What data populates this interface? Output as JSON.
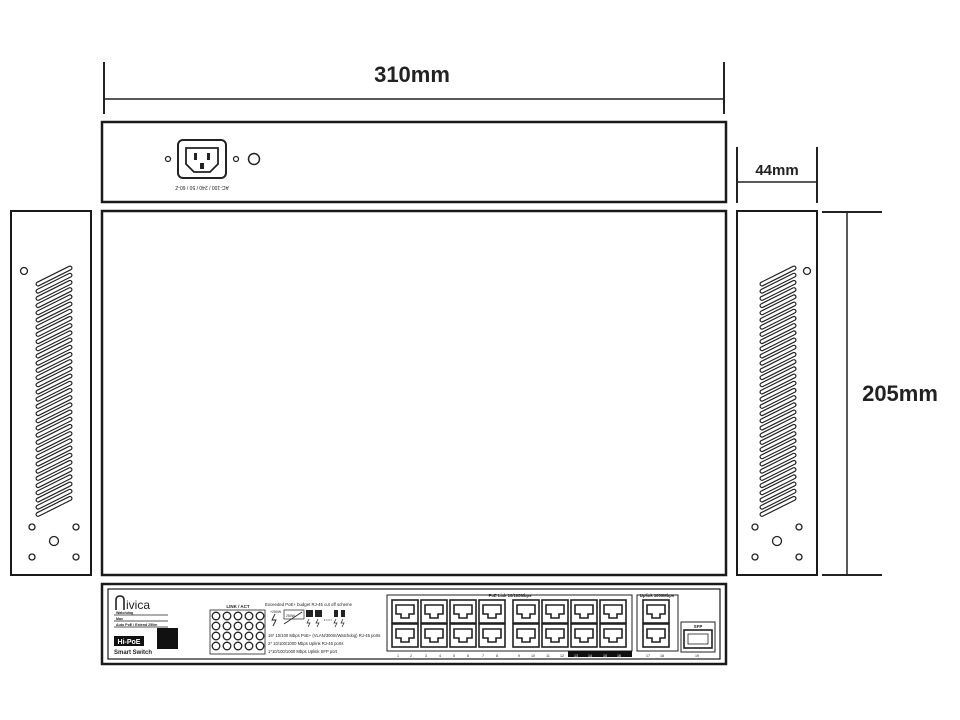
{
  "dimensions": {
    "width": "310mm",
    "depth": "205mm",
    "height": "44mm"
  },
  "rear_panel": {
    "power_label": "AC-100 / 240 / 50 / 60-Z"
  },
  "front_panel": {
    "brand": "ivica",
    "product_badge": "Hi-PoE",
    "product_name": "Smart Switch",
    "mode_labels": [
      "Watchdog",
      "Max",
      "Auto PoE / Extend 250m"
    ],
    "led_group_label": "LINK / ACT",
    "scheme_title": "Exceeded PoE+ budget RJ-45 cut off scheme",
    "scheme_box_label": "250W",
    "scheme_value": "+250W",
    "features": [
      "16* 10/100 Mbps PoE+ (VLAN/300m/Watchdog) RJ-45 ports",
      "2* 10/100/1000 Mbps Uplink RJ-45 ports",
      "1*10/100/1000 Mbps Uplink SFP port"
    ],
    "poe_group_label": "PoE Link 10/100Mbps",
    "uplink_group_label": "Uplink 1000Mbps",
    "sfp_label": "SFP",
    "port_numbers": [
      "1",
      "2",
      "3",
      "4",
      "5",
      "6",
      "7",
      "8",
      "9",
      "10",
      "11",
      "12",
      "13",
      "14",
      "15",
      "16",
      "17",
      "18",
      "19"
    ]
  },
  "colors": {
    "outline": "#1a1a1a",
    "fill": "#ffffff",
    "dark": "#111111"
  }
}
